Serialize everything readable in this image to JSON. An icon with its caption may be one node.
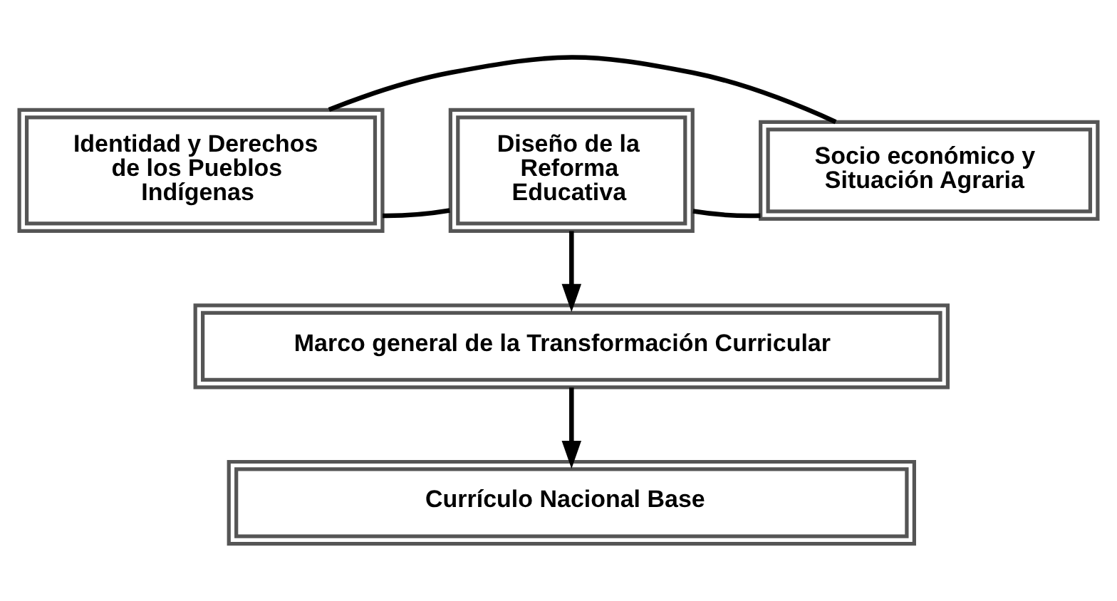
{
  "diagram": {
    "nodes": [
      {
        "text": [
          "Identidad y Derechos de los Pueblos Indígenas"
        ]
      },
      {
        "text": [
          "Socio económico y Situación Agraria"
        ]
      },
      {
        "text": [
          "Diseño de la Reforma Educativa"
        ]
      },
      {
        "text": [
          "Marco general de la Transformación Curricular"
        ]
      },
      {
        "text": [
          "Currículo Nacional Base"
        ]
      }
    ],
    "edges": [
      {
        "from": 0,
        "to": 1,
        "arrow": "none"
      },
      {
        "from": 0,
        "to": 2,
        "arrow": "none"
      },
      {
        "from": 1,
        "to": 2,
        "arrow": "none"
      },
      {
        "from": 2,
        "to": 3,
        "arrow": "to"
      },
      {
        "from": 3,
        "to": 4,
        "arrow": "to"
      }
    ]
  }
}
